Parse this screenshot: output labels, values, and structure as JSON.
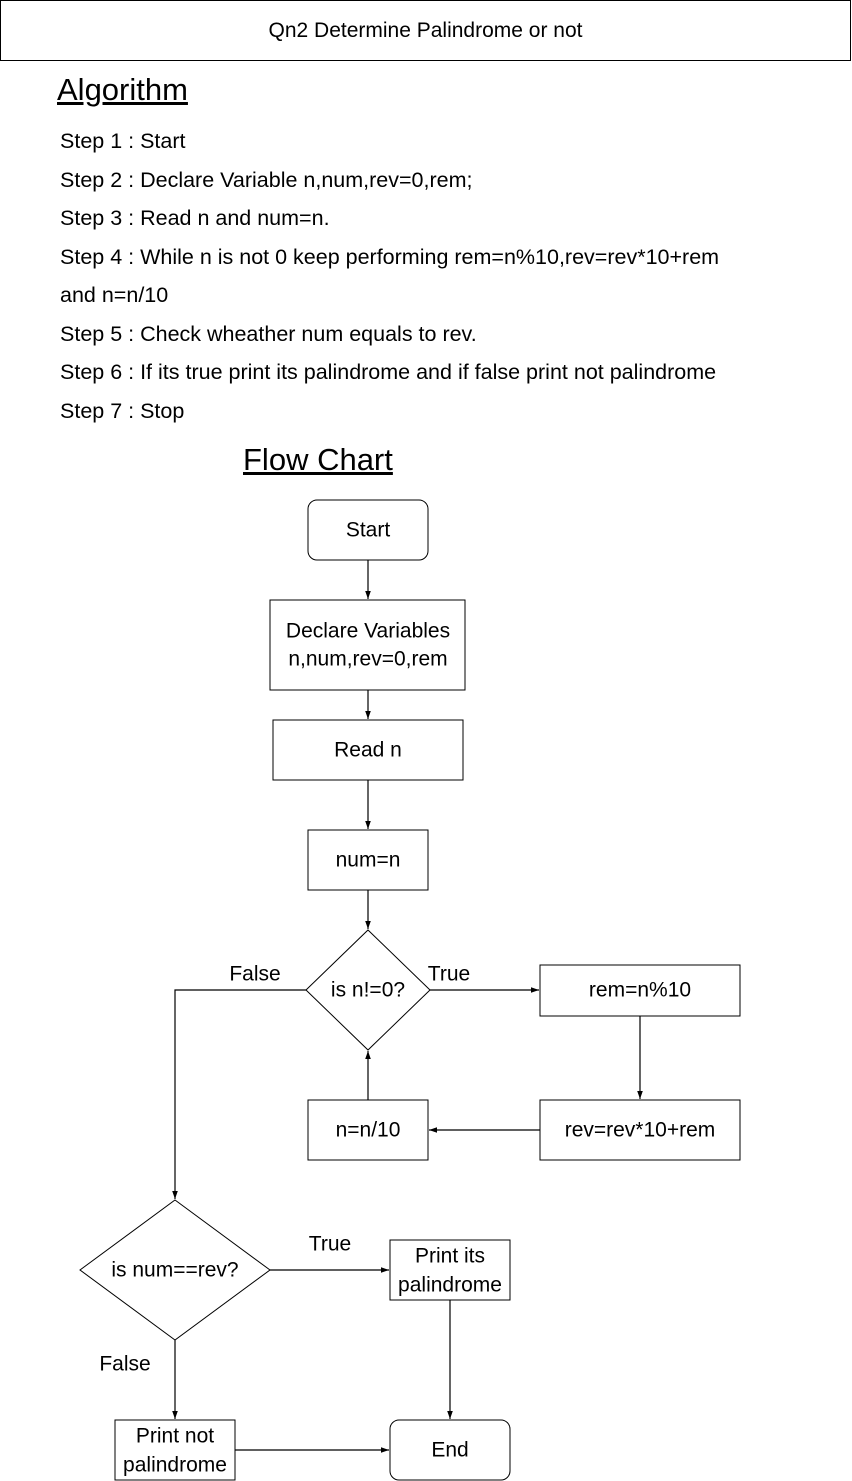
{
  "title": "Qn2 Determine Palindrome or not",
  "algorithm": {
    "heading": "Algorithm",
    "steps": [
      "Step 1 : Start",
      "Step 2 : Declare Variable n,num,rev=0,rem;",
      "Step 3 : Read n and num=n.",
      "Step 4 : While n is not 0 keep performing rem=n%10,rev=rev*10+rem",
      "and n=n/10",
      "Step 5 : Check wheather num equals to rev.",
      "Step 6 : If its true print its palindrome and if false print not palindrome",
      "Step 7 : Stop"
    ]
  },
  "flowchart": {
    "heading": "Flow Chart",
    "nodes": {
      "start": "Start",
      "declare_line1": "Declare Variables",
      "declare_line2": "n,num,rev=0,rem",
      "read": "Read n",
      "assign": "num=n",
      "loop_check": "is n!=0?",
      "rem_step": "rem=n%10",
      "rev_step": "rev=rev*10+rem",
      "div_step": "n=n/10",
      "compare": "is num==rev?",
      "print_yes_line1": "Print its",
      "print_yes_line2": "palindrome",
      "print_no_line1": "Print not",
      "print_no_line2": "palindrome",
      "end": "End"
    },
    "edge_labels": {
      "loop_false": "False",
      "loop_true": "True",
      "compare_true": "True",
      "compare_false": "False"
    }
  }
}
